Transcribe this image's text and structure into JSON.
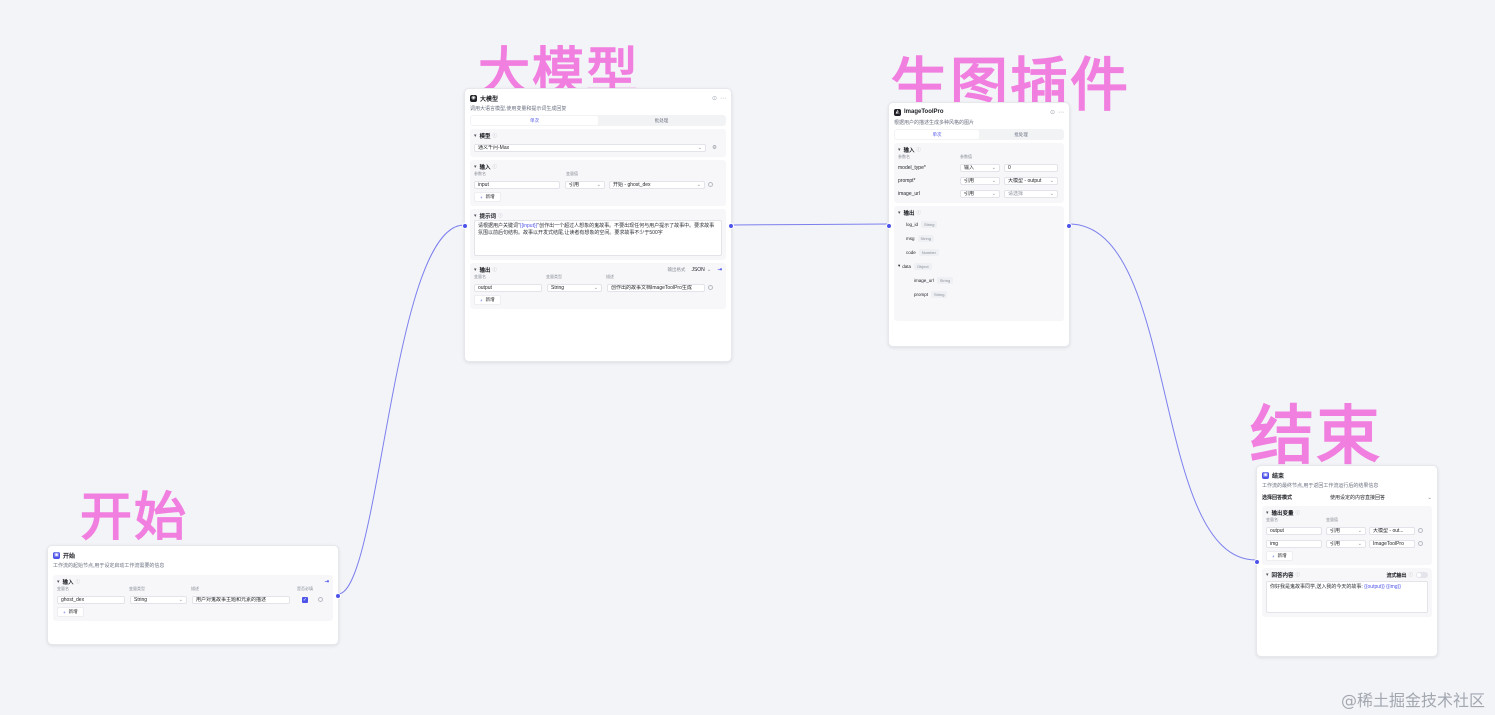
{
  "annotations": {
    "llm": "大模型",
    "plugin": "生图插件",
    "start": "开始",
    "end": "结束"
  },
  "llm_node": {
    "title": "大模型",
    "desc": "调用大语言模型,使用变量和提示词生成回复",
    "tabs": [
      "单次",
      "批处理"
    ],
    "model_section": "模型",
    "model_value": "通义千问-Max",
    "input_section": "输入",
    "col_name": "参数名",
    "col_value": "变量值",
    "input_row": {
      "name": "input",
      "mode": "引用",
      "ref": "开始 - ghost_dex"
    },
    "add_label": "新增",
    "prompt_section": "提示词",
    "prompt_pre": "请根据用户关键词\"",
    "prompt_var": "{{input}}",
    "prompt_post": "\"创作出一个超过人想象的鬼故事。不要出现任何与用户提示了故事中。要求故事氛围以前后句结构。故事以开发式结尾,让读者有想象的空间。要求故事不少于500字",
    "output_section": "输出",
    "output_format_label": "输出格式",
    "output_format": "JSON",
    "out_col_name": "变量名",
    "out_col_type": "变量类型",
    "out_col_desc": "描述",
    "output_row": {
      "name": "output",
      "type": "String",
      "desc": "创作出的故事文档ImageToolPro生成"
    }
  },
  "plugin_node": {
    "title": "ImageToolPro",
    "desc": "根据用户的描述生成多种风格的图片",
    "tabs": [
      "单次",
      "批处理"
    ],
    "input_section": "输入",
    "col_name": "参数名",
    "col_value": "参数值",
    "rows": [
      {
        "name": "model_type*",
        "mode": "输入",
        "value": "0"
      },
      {
        "name": "prompt*",
        "mode": "引用",
        "value": "大模型 - output"
      },
      {
        "name": "image_url",
        "mode": "引用",
        "value": "请选择"
      }
    ],
    "output_section": "输出",
    "outputs": [
      {
        "name": "log_id",
        "type": "String"
      },
      {
        "name": "msg",
        "type": "String"
      },
      {
        "name": "code",
        "type": "Number"
      },
      {
        "name": "data",
        "type": "Object"
      },
      {
        "name": "image_url",
        "type": "String"
      },
      {
        "name": "prompt",
        "type": "String"
      }
    ]
  },
  "start_node": {
    "title": "开始",
    "desc": "工作流的起始节点,用于设定启动工作流需要的信息",
    "input_section": "输入",
    "col_name": "变量名",
    "col_type": "变量类型",
    "col_desc": "描述",
    "col_required": "是否必填",
    "row": {
      "name": "ghost_dex",
      "type": "String",
      "desc": "用户对鬼故事主题和元素的描述"
    },
    "add_label": "新增"
  },
  "end_node": {
    "title": "结束",
    "desc": "工作流的最终节点,用于返回工作流运行后的结果信息",
    "mode_label": "选择回答模式",
    "mode_value": "使用设定的内容直接回答",
    "output_section": "输出变量",
    "col_name": "变量名",
    "col_value": "变量值",
    "rows": [
      {
        "name": "output",
        "mode": "引用",
        "value": "大模型 - out..."
      },
      {
        "name": "img",
        "mode": "引用",
        "value": "ImageToolPro"
      }
    ],
    "add_label": "新增",
    "answer_section": "回答内容",
    "stream_label": "流式输出",
    "answer_pre": "你好我是鬼故事同学,送入我的今天的故事: ",
    "answer_var1": "{{output}}",
    "answer_var2": "{{img}}"
  },
  "watermark": "@稀土掘金技术社区",
  "colors": {
    "accent": "#4d53e8",
    "annotation": "#f17fe0"
  }
}
